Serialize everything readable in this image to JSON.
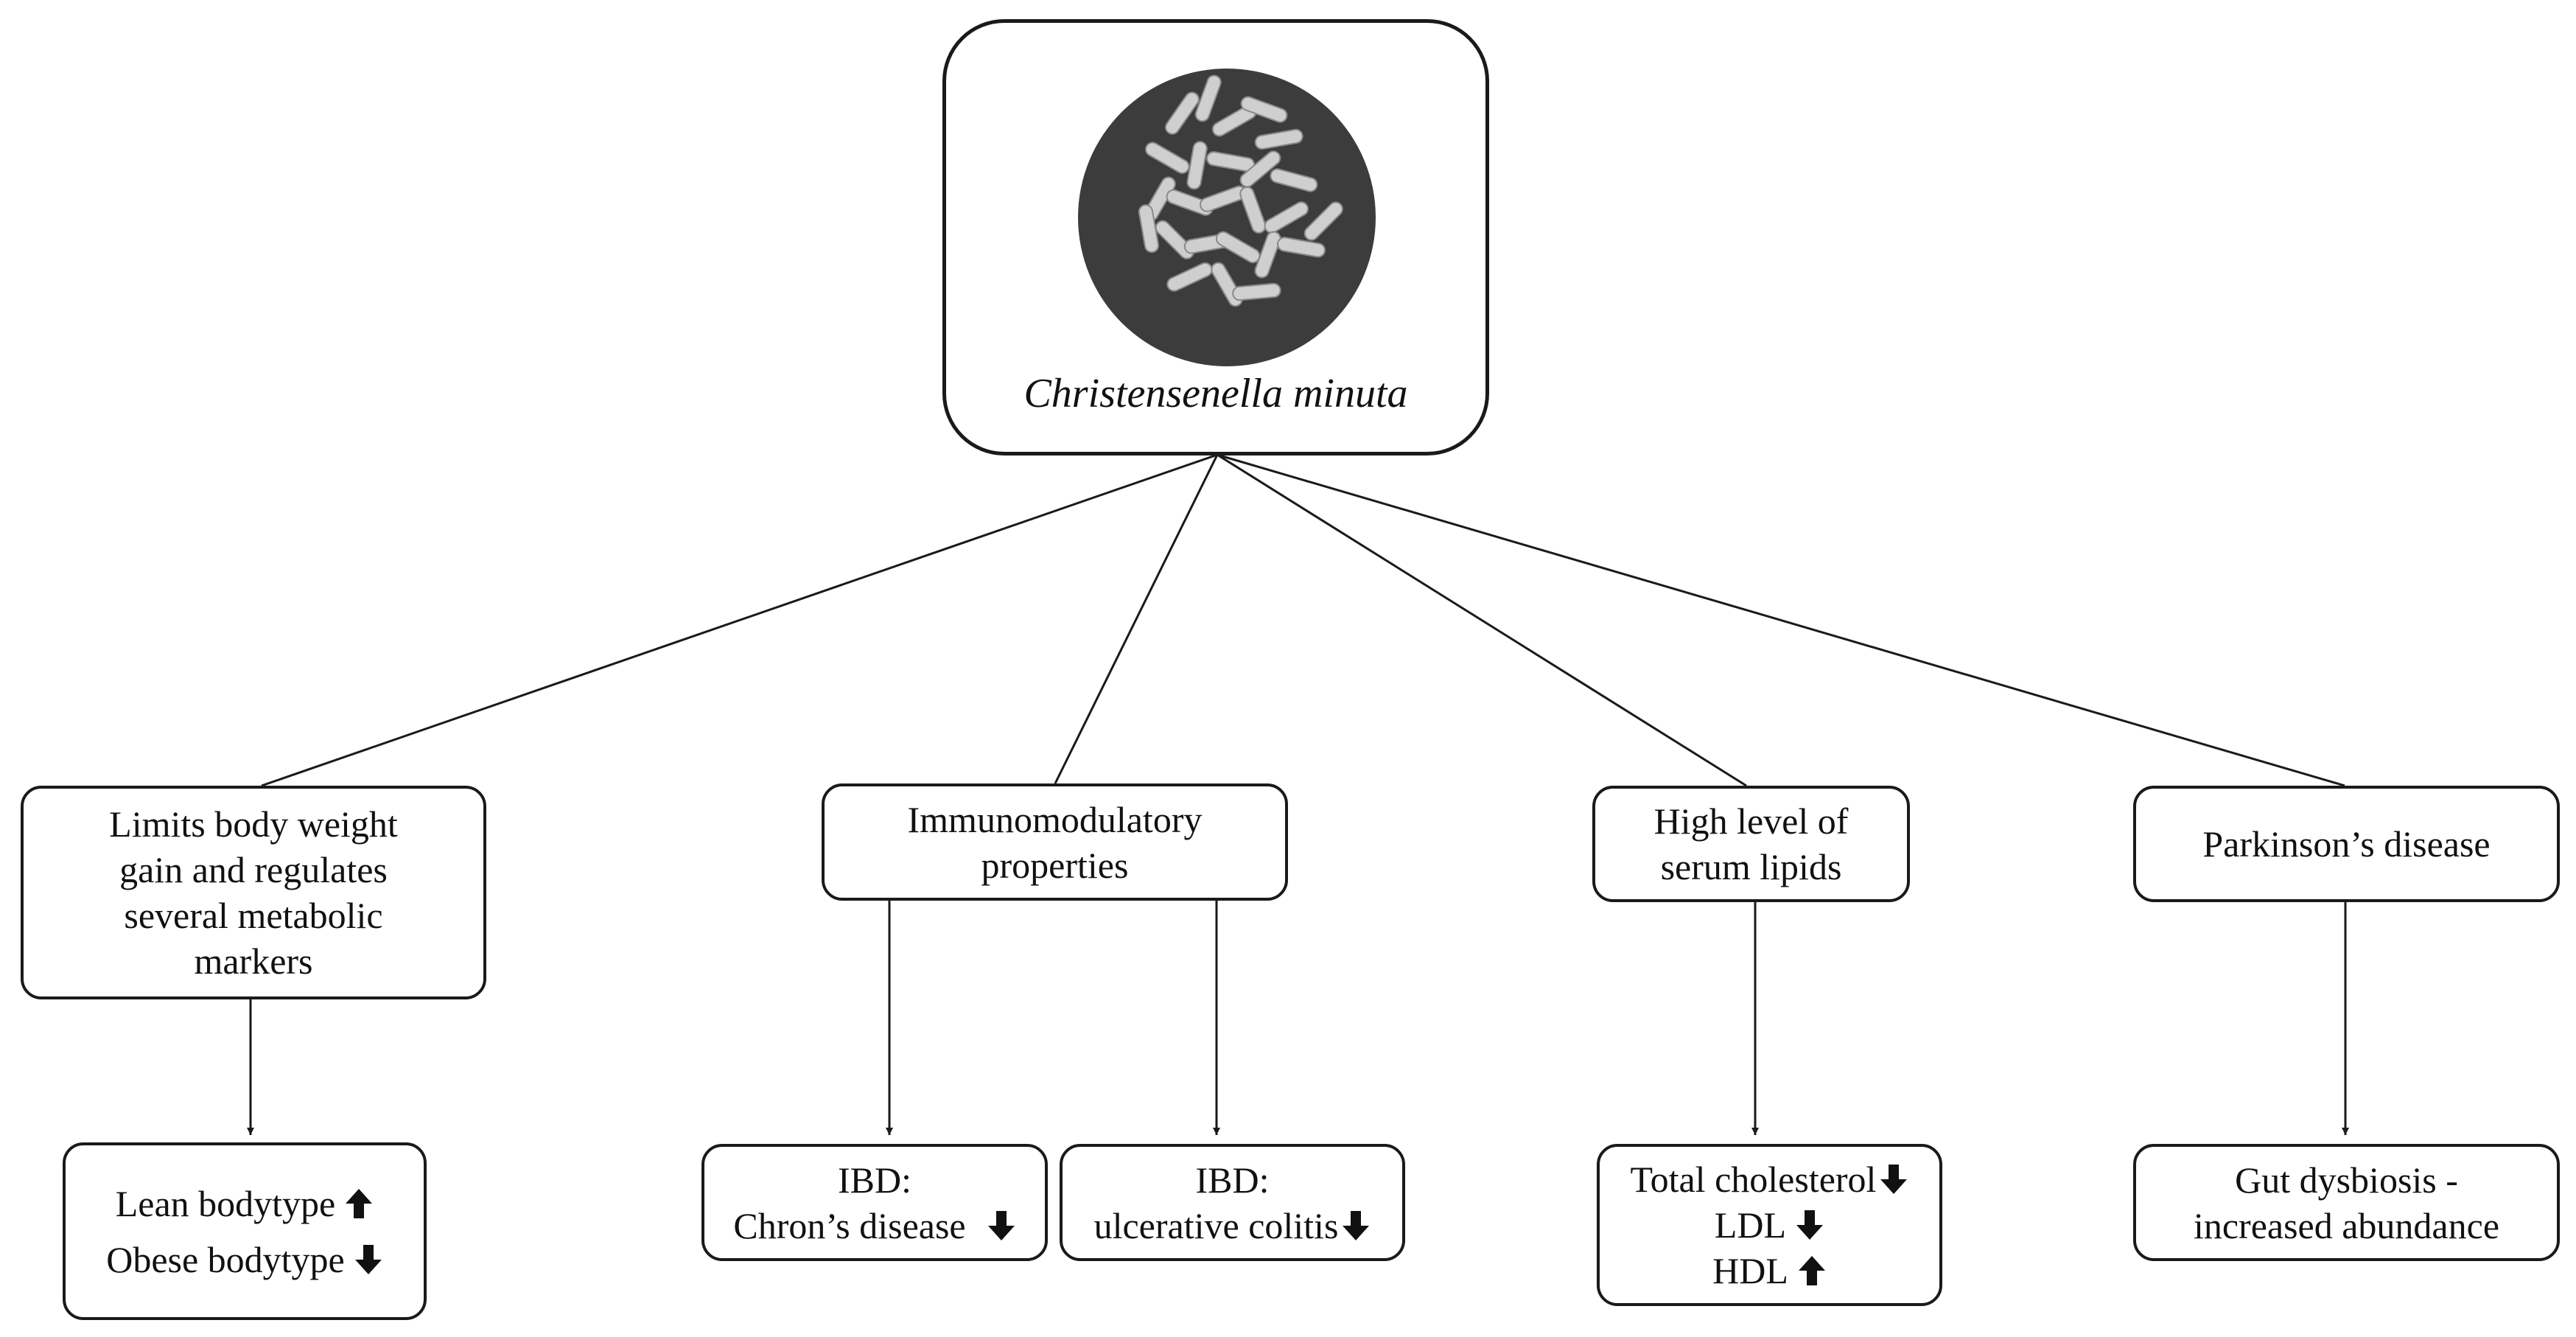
{
  "root": {
    "species": "Christensenella minuta"
  },
  "branches": [
    {
      "lines": [
        "Limits body weight",
        "gain and regulates",
        "several metabolic",
        "markers"
      ],
      "outcomes": [
        {
          "rows": [
            {
              "text": "Lean bodytype",
              "arrow": "up"
            },
            {
              "text": "Obese bodytype",
              "arrow": "down"
            }
          ]
        }
      ]
    },
    {
      "lines": [
        "Immunomodulatory",
        "properties"
      ],
      "outcomes": [
        {
          "rows": [
            {
              "text": "IBD:"
            },
            {
              "text": "Chron’s disease",
              "arrow": "down"
            }
          ]
        },
        {
          "rows": [
            {
              "text": "IBD:"
            },
            {
              "text": "ulcerative colitis",
              "arrow": "down"
            }
          ]
        }
      ]
    },
    {
      "lines": [
        "High level of",
        "serum lipids"
      ],
      "outcomes": [
        {
          "rows": [
            {
              "text": "Total cholesterol",
              "arrow": "down"
            },
            {
              "text": "LDL",
              "arrow": "down"
            },
            {
              "text": "HDL",
              "arrow": "up"
            }
          ]
        }
      ]
    },
    {
      "lines": [
        "Parkinson’s disease"
      ],
      "outcomes": [
        {
          "rows": [
            {
              "text": "Gut dysbiosis -"
            },
            {
              "text": "increased abundance"
            }
          ]
        }
      ]
    }
  ],
  "colors": {
    "stroke": "#1a1a1a",
    "micrograph_bg": "#3c3c3c",
    "bacteria": "#cfcfcf"
  },
  "icons": {
    "up": "arrow-up-icon",
    "down": "arrow-down-icon"
  }
}
